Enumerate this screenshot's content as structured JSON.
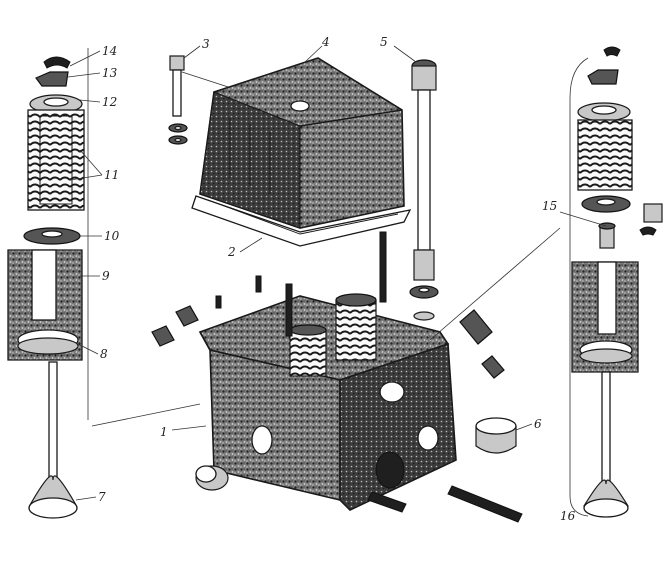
{
  "callouts": {
    "c1": "1",
    "c2": "2",
    "c3": "3",
    "c4": "4",
    "c5": "5",
    "c6": "6",
    "c7": "7",
    "c8": "8",
    "c9": "9",
    "c10": "10",
    "c11": "11",
    "c12": "12",
    "c13": "13",
    "c14": "14",
    "c15": "15",
    "c16": "16"
  },
  "colors": {
    "ink": "#1a1a1a",
    "background": "#ffffff",
    "stipple": "#3a3a3a"
  }
}
